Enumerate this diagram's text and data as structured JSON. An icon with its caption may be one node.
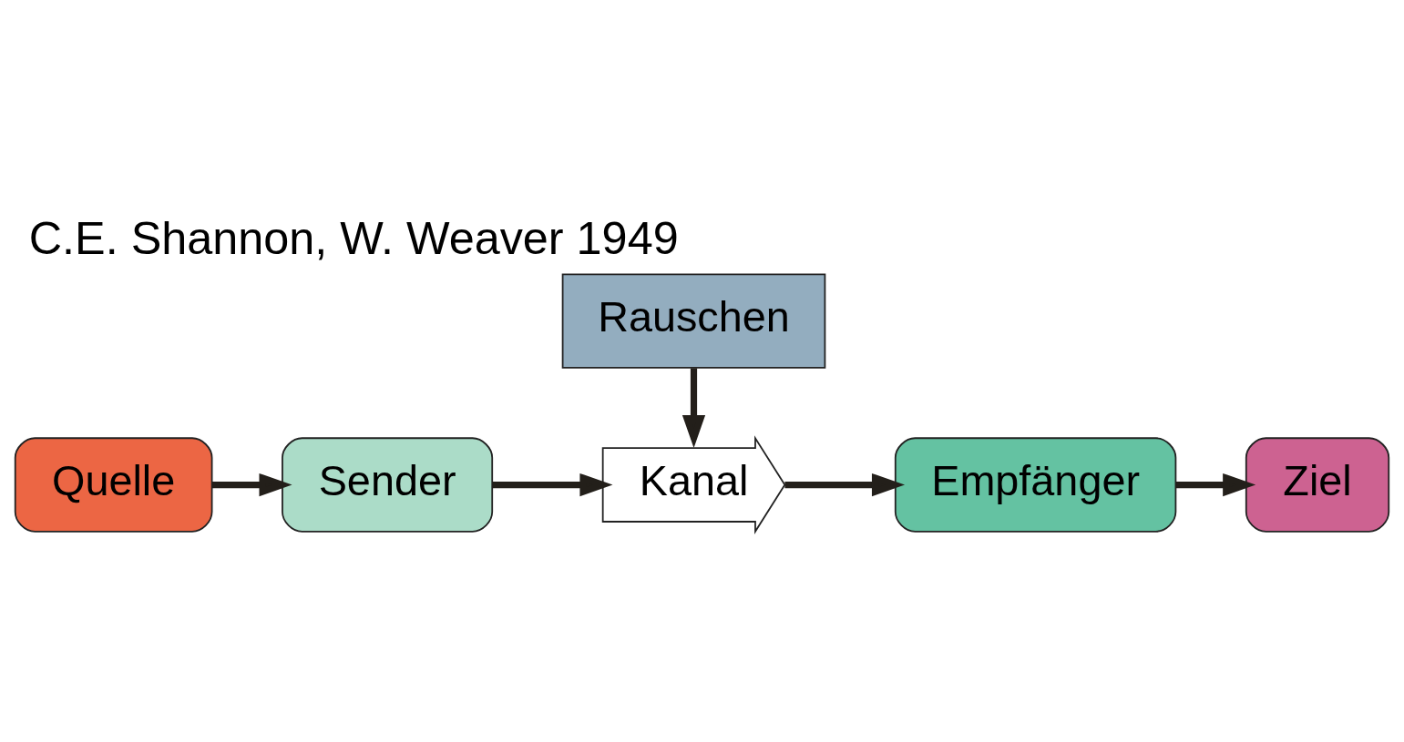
{
  "diagram": {
    "title": "C.E. Shannon, W. Weaver 1949",
    "nodes": [
      {
        "text": [
          "Quelle"
        ]
      },
      {
        "text": [
          "Sender"
        ]
      },
      {
        "text": [
          "Kanal"
        ]
      },
      {
        "text": [
          "Empfänger"
        ]
      },
      {
        "text": [
          "Ziel"
        ]
      },
      {
        "text": [
          "Rauschen"
        ]
      }
    ],
    "edges": [
      {
        "from": 0,
        "to": 1,
        "arrow": "to"
      },
      {
        "from": 1,
        "to": 2,
        "arrow": "to"
      },
      {
        "from": 2,
        "to": 3,
        "arrow": "to"
      },
      {
        "from": 3,
        "to": 4,
        "arrow": "to"
      },
      {
        "from": 5,
        "to": 2,
        "arrow": "to"
      }
    ]
  }
}
